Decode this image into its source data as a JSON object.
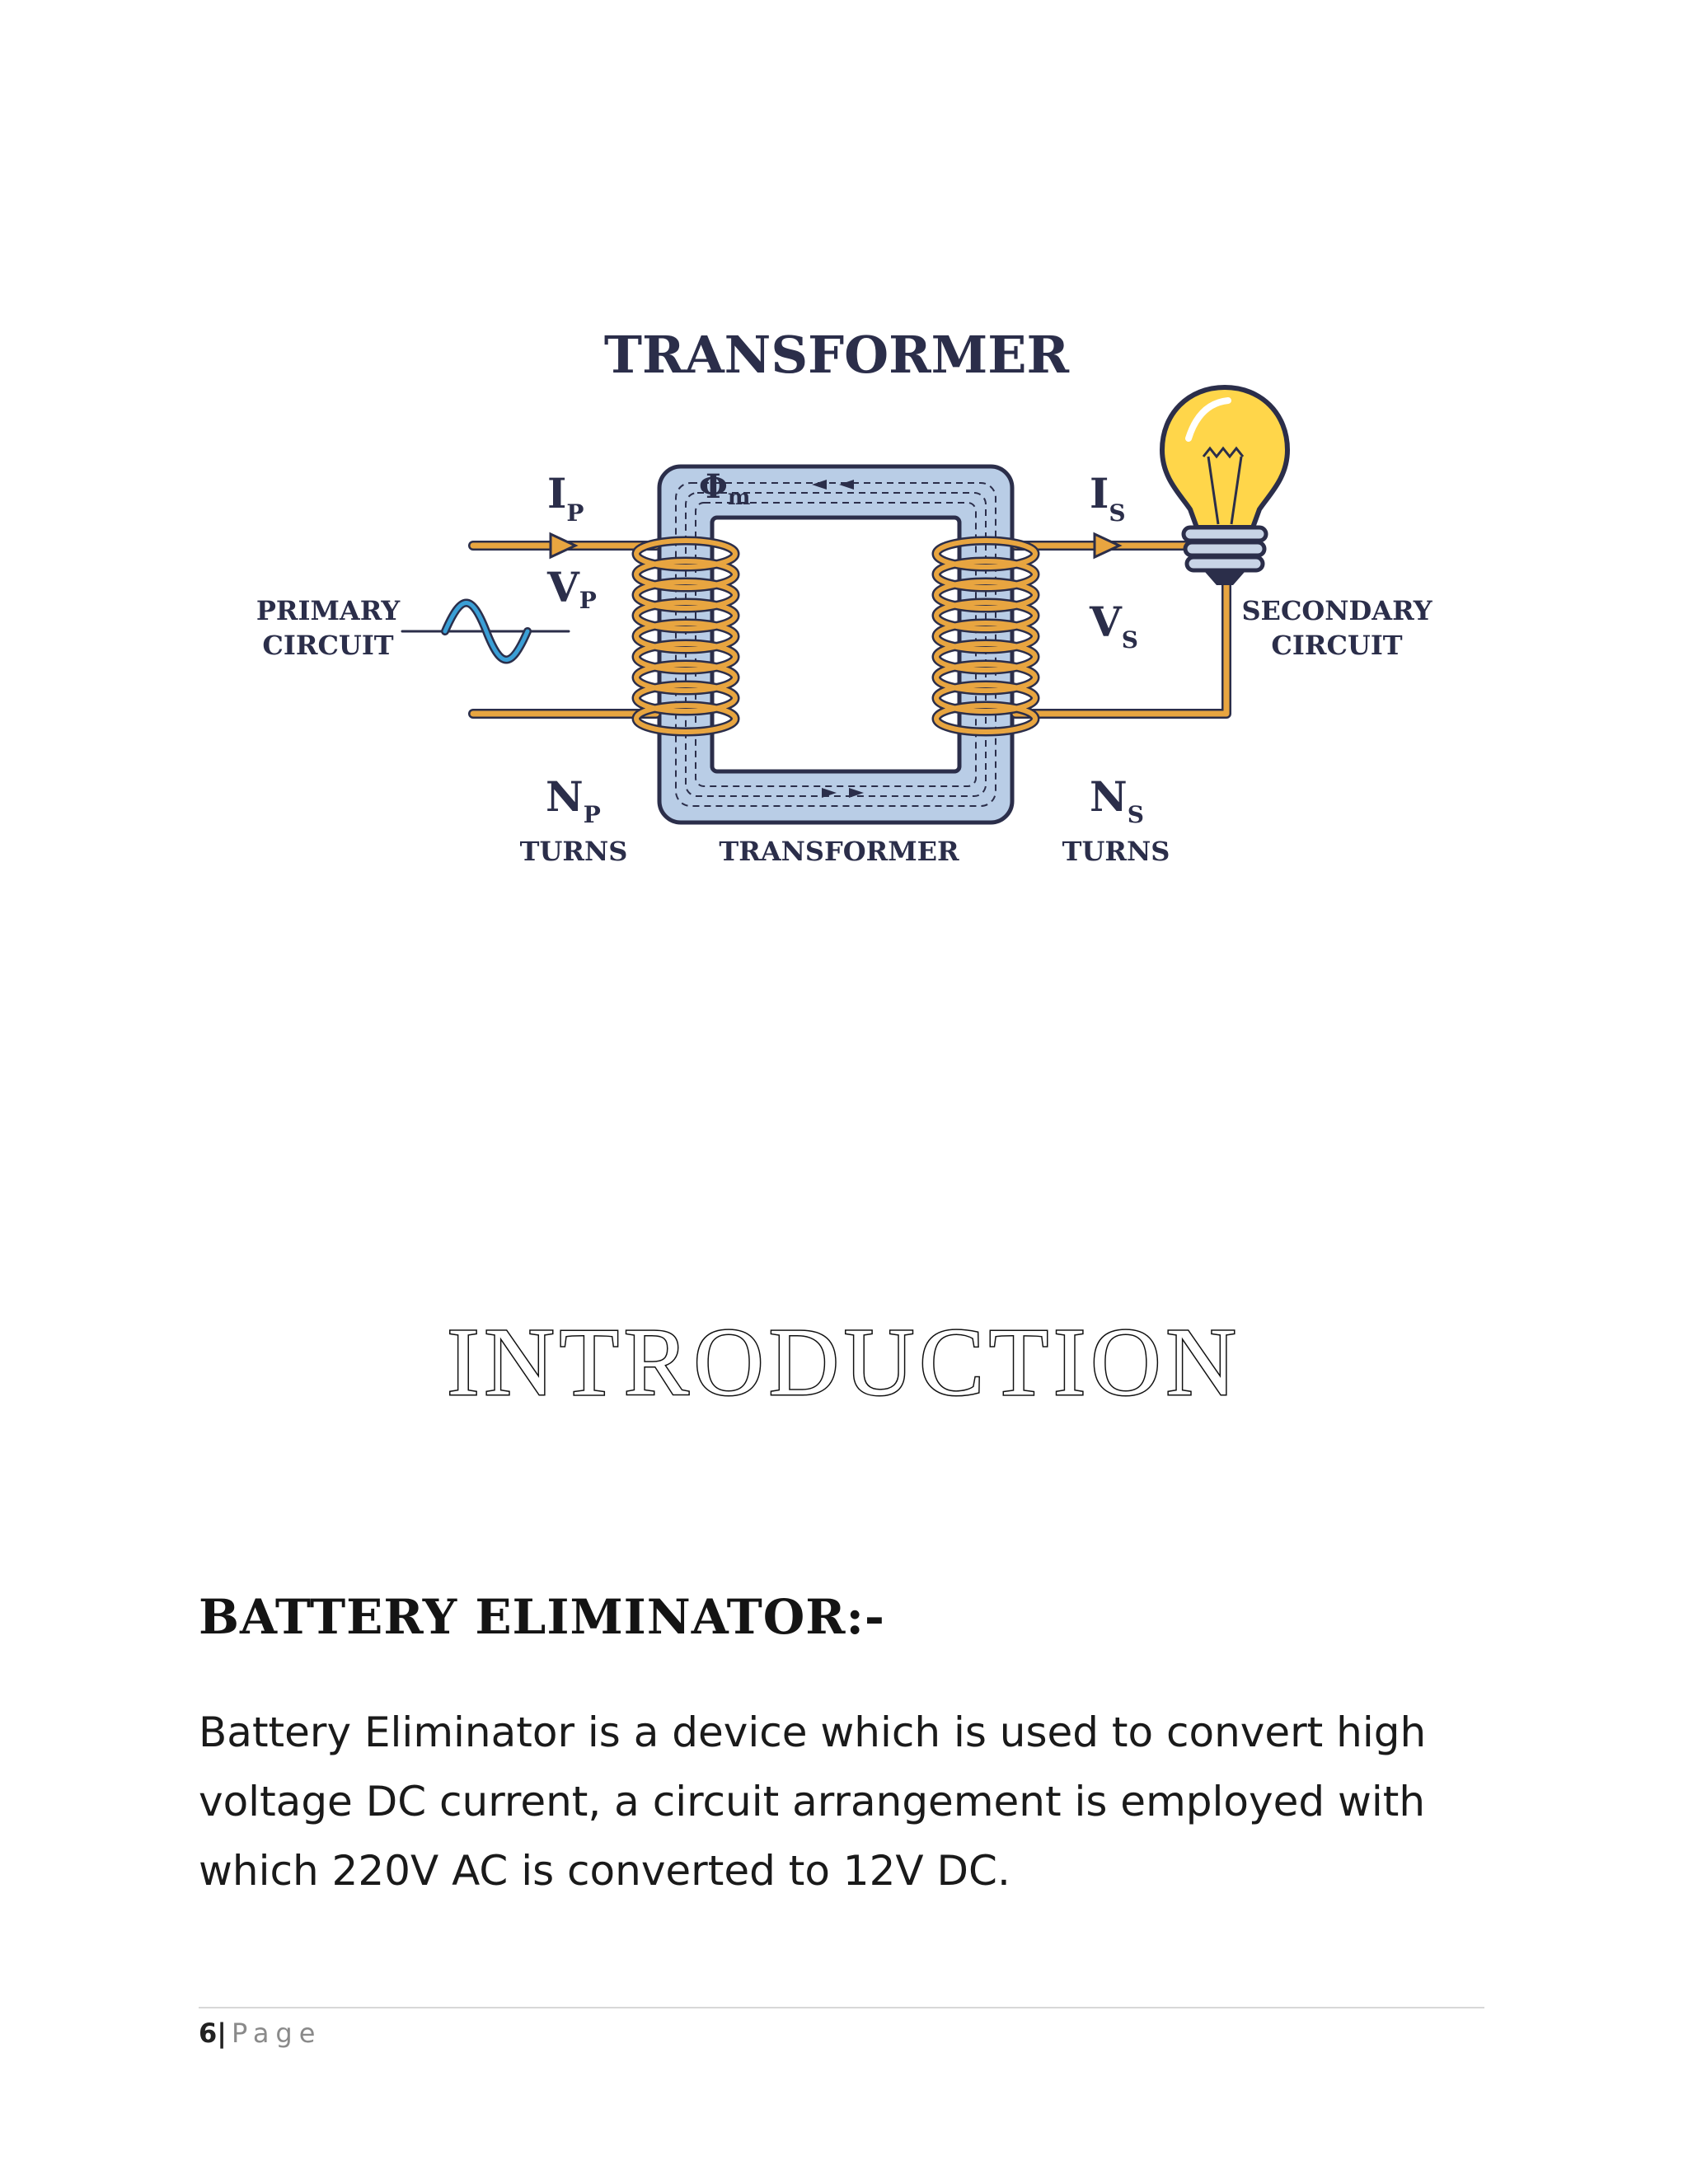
{
  "diagram": {
    "title": "TRANSFORMER",
    "primary_label_1": "PRIMARY",
    "primary_label_2": "CIRCUIT",
    "secondary_label_1": "SECONDARY",
    "secondary_label_2": "CIRCUIT",
    "ip": "I",
    "ip_sub": "P",
    "vp": "V",
    "vp_sub": "P",
    "is": "I",
    "is_sub": "S",
    "vs": "V",
    "vs_sub": "S",
    "np": "N",
    "np_sub": "P",
    "ns": "N",
    "ns_sub": "S",
    "flux": "Φ",
    "flux_sub": "m",
    "turns_left": "TURNS",
    "turns_right": "TURNS",
    "core_label": "TRANSFORMER"
  },
  "heading": "INTRODUCTION",
  "section": {
    "title": "BATTERY ELIMINATOR:-",
    "line1": "Battery Eliminator is a device which is used to convert high",
    "line2": "voltage DC current, a circuit arrangement is employed with",
    "line3": "which 220V AC is converted to 12V DC."
  },
  "footer": {
    "page_number": "6",
    "separator": "|",
    "page_word": "Page"
  },
  "colors": {
    "wire": "#e8a540",
    "core": "#b9cde6",
    "bulb": "#ffd64a",
    "ink": "#2b2e4a",
    "sine": "#3a9fd6"
  }
}
